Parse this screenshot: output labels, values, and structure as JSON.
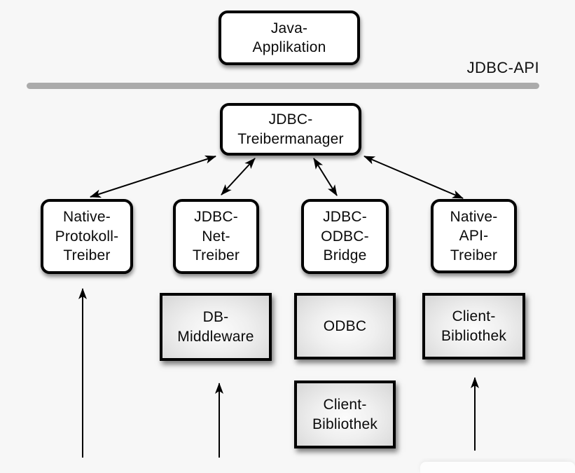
{
  "api_layer": {
    "label": "JDBC-API"
  },
  "nodes": {
    "java_app": {
      "lines": [
        "Java-",
        "Applikation"
      ]
    },
    "treibermanager": {
      "lines": [
        "JDBC-",
        "Treibermanager"
      ]
    },
    "native_protokoll": {
      "lines": [
        "Native-",
        "Protokoll-",
        "Treiber"
      ]
    },
    "jdbc_net": {
      "lines": [
        "JDBC-",
        "Net-",
        "Treiber"
      ]
    },
    "jdbc_odbc": {
      "lines": [
        "JDBC-",
        "ODBC-",
        "Bridge"
      ]
    },
    "native_api": {
      "lines": [
        "Native-",
        "API-",
        "Treiber"
      ]
    },
    "db_middleware": {
      "lines": [
        "DB-",
        "Middleware"
      ]
    },
    "odbc": {
      "lines": [
        "ODBC"
      ]
    },
    "client_bibliothek_odbc": {
      "lines": [
        "Client-",
        "Bibliothek"
      ]
    },
    "client_bibliothek_right": {
      "lines": [
        "Client-",
        "Bibliothek"
      ]
    }
  },
  "colors": {
    "background": "#f7f7f7",
    "node_fill": "#ffffff",
    "node_border": "#000000",
    "gray_node_center": "#fcfcfc",
    "gray_node_edge": "#d6d6d6",
    "divider": "#ababab",
    "arrow": "#000000"
  }
}
